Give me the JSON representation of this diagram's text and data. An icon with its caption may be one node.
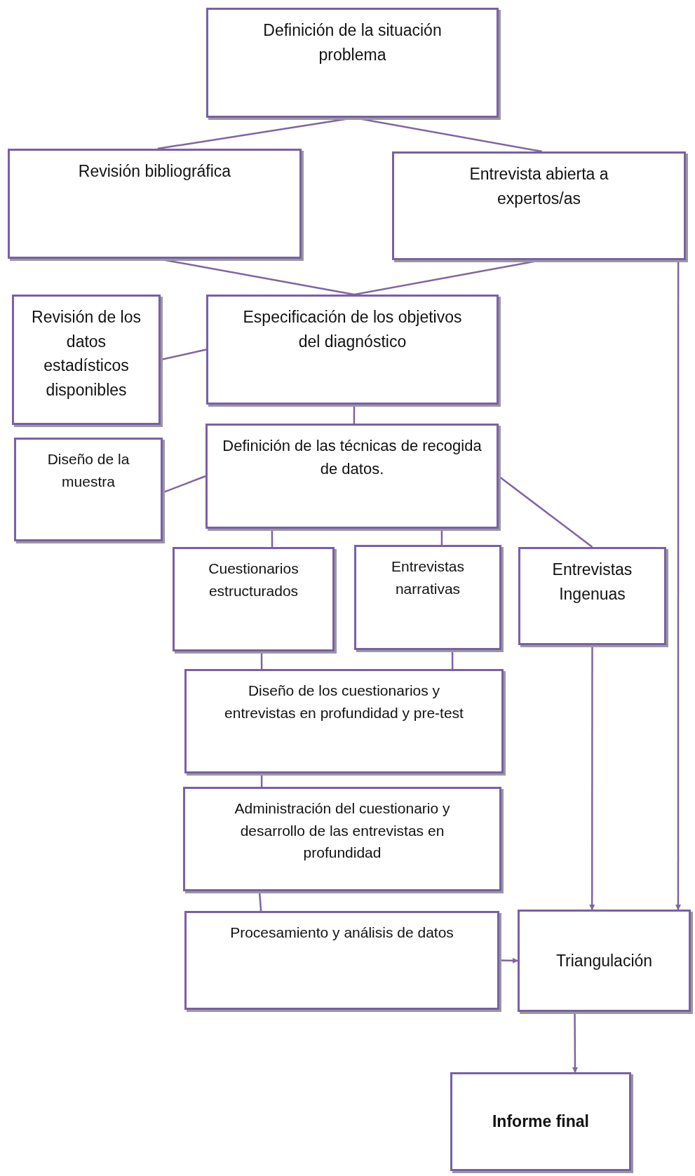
{
  "diagram": {
    "nodes": [
      {
        "text": [
          "Definición de la situación problema"
        ]
      },
      {
        "text": [
          "Revisión bibliográfica"
        ]
      },
      {
        "text": [
          "Entrevista abierta a expertos/as"
        ]
      },
      {
        "text": [
          "Revisión de los datos estadísticos disponibles"
        ]
      },
      {
        "text": [
          "Especificación de los objetivos del diagnóstico"
        ]
      },
      {
        "text": [
          "Diseño de la muestra"
        ]
      },
      {
        "text": [
          "Definición de las técnicas de recogida de datos."
        ]
      },
      {
        "text": [
          "Cuestionarios estructurados"
        ]
      },
      {
        "text": [
          "Entrevistas narrativas"
        ]
      },
      {
        "text": [
          "Entrevistas Ingenuas"
        ]
      },
      {
        "text": [
          "Diseño de los cuestionarios y entrevistas en profundidad y pre-test"
        ]
      },
      {
        "text": [
          "Administración del cuestionario y desarrollo de las entrevistas en profundidad"
        ]
      },
      {
        "text": [
          "Procesamiento y análisis de datos"
        ]
      },
      {
        "text": [
          "Triangulación"
        ]
      },
      {
        "text": [
          "Informe final"
        ]
      }
    ],
    "edges": [
      {
        "from": 0,
        "to": 1,
        "arrow": "none"
      },
      {
        "from": 0,
        "to": 2,
        "arrow": "none"
      },
      {
        "from": 1,
        "to": 4,
        "arrow": "none"
      },
      {
        "from": 2,
        "to": 4,
        "arrow": "none"
      },
      {
        "from": 3,
        "to": 4,
        "arrow": "none"
      },
      {
        "from": 4,
        "to": 6,
        "arrow": "none"
      },
      {
        "from": 5,
        "to": 6,
        "arrow": "none"
      },
      {
        "from": 6,
        "to": 7,
        "arrow": "none"
      },
      {
        "from": 6,
        "to": 8,
        "arrow": "none"
      },
      {
        "from": 6,
        "to": 9,
        "arrow": "none"
      },
      {
        "from": 7,
        "to": 10,
        "arrow": "none"
      },
      {
        "from": 8,
        "to": 10,
        "arrow": "none"
      },
      {
        "from": 10,
        "to": 11,
        "arrow": "none"
      },
      {
        "from": 11,
        "to": 12,
        "arrow": "none"
      },
      {
        "from": 9,
        "to": 13,
        "arrow": "to"
      },
      {
        "from": 2,
        "to": 13,
        "arrow": "to"
      },
      {
        "from": 12,
        "to": 13,
        "arrow": "to"
      },
      {
        "from": 13,
        "to": 14,
        "arrow": "to"
      }
    ]
  }
}
